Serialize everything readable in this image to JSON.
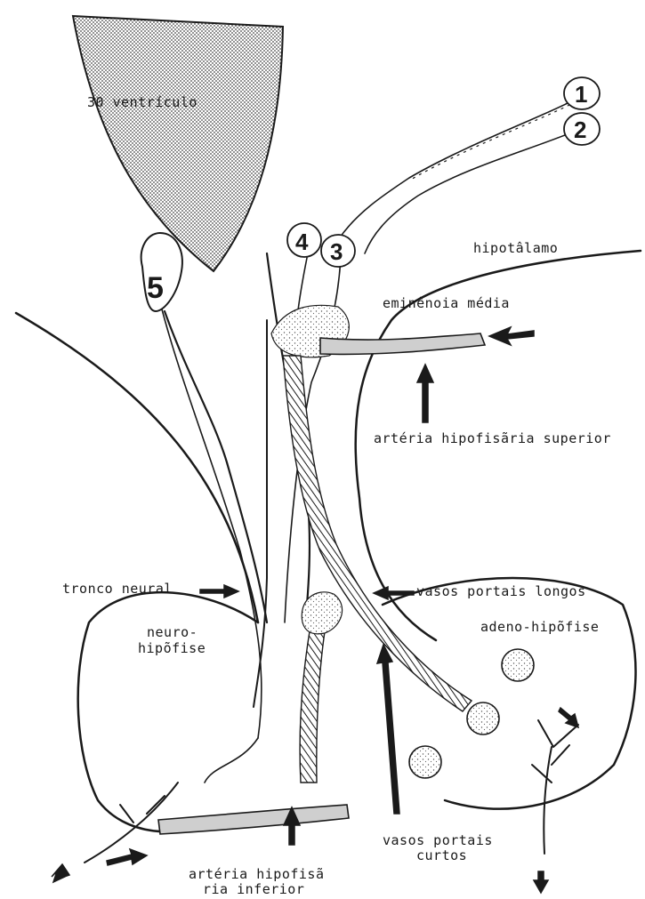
{
  "labels": {
    "ventricle": "30 ventrículo",
    "hypothalamus": "hipotâlamo",
    "median_eminence": "eminênoia média",
    "superior_artery": "artéria hipofisãria superior",
    "neural_stalk": "tronco neural",
    "long_portal_vessels": "vasos portais longos",
    "neurohypophysis_line1": "neuro-",
    "neurohypophysis_line2": "hipõfise",
    "adenohypophysis": "adeno-hipõfise",
    "short_portal_line1": "vasos portais",
    "short_portal_line2": "curtos",
    "inferior_artery_line1": "artéria hipofisã",
    "inferior_artery_line2": "ria inferior"
  },
  "neuron_numbers": {
    "n1": "1",
    "n2": "2",
    "n3": "3",
    "n4": "4",
    "n5": "5"
  }
}
